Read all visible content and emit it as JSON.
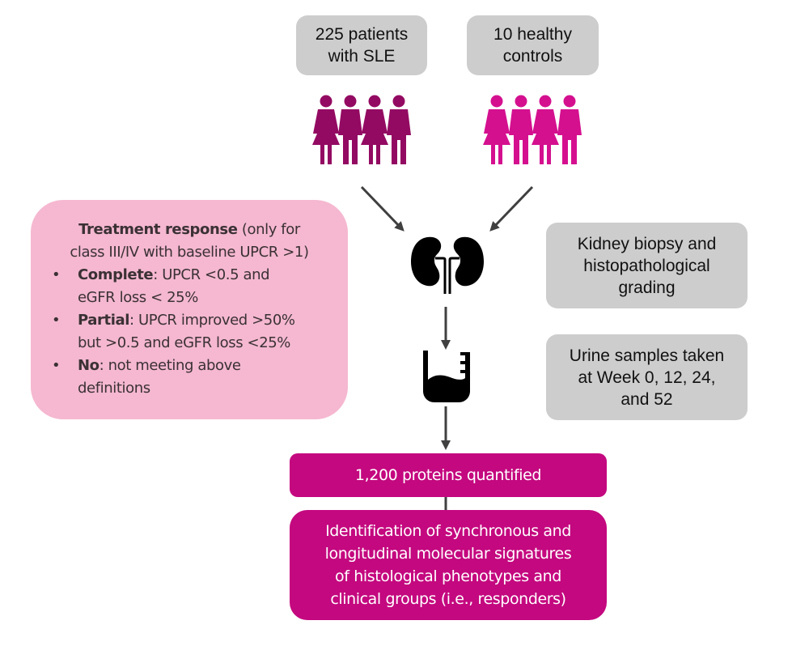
{
  "groups": {
    "patients": {
      "label": "225 patients\nwith SLE",
      "icon": "people-group-icon",
      "color": "#930a62"
    },
    "controls": {
      "label": "10 healthy\ncontrols",
      "icon": "people-group-icon",
      "color": "#d4108f"
    }
  },
  "treatment_response": {
    "title_bold": "Treatment response",
    "title_rest": " (only for\nclass III/IV with baseline UPCR >1)",
    "items": [
      {
        "bold": "Complete",
        "text": ": UPCR <0.5 and\neGFR loss < 25%"
      },
      {
        "bold": "Partial",
        "text": ": UPCR improved >50%\nbut >0.5 and eGFR loss <25%"
      },
      {
        "bold": "No",
        "text": ": not meeting above\ndefinitions"
      }
    ],
    "bullet": "•",
    "background": "#f5b8d0"
  },
  "side_notes": {
    "biopsy": "Kidney biopsy and\nhistopathological\ngrading",
    "urine": "Urine samples taken\nat Week 0, 12, 24,\nand 52"
  },
  "icons": {
    "kidney": "kidneys-icon",
    "beaker": "urine-beaker-icon"
  },
  "results": {
    "proteins": "1,200 proteins quantified",
    "identification": "Identification of synchronous and\nlongitudinal molecular signatures\nof histological phenotypes and\nclinical groups (i.e., responders)",
    "color": "#c4087f"
  },
  "colors": {
    "gray_box": "#cdcdcd",
    "arrow": "#404040"
  }
}
